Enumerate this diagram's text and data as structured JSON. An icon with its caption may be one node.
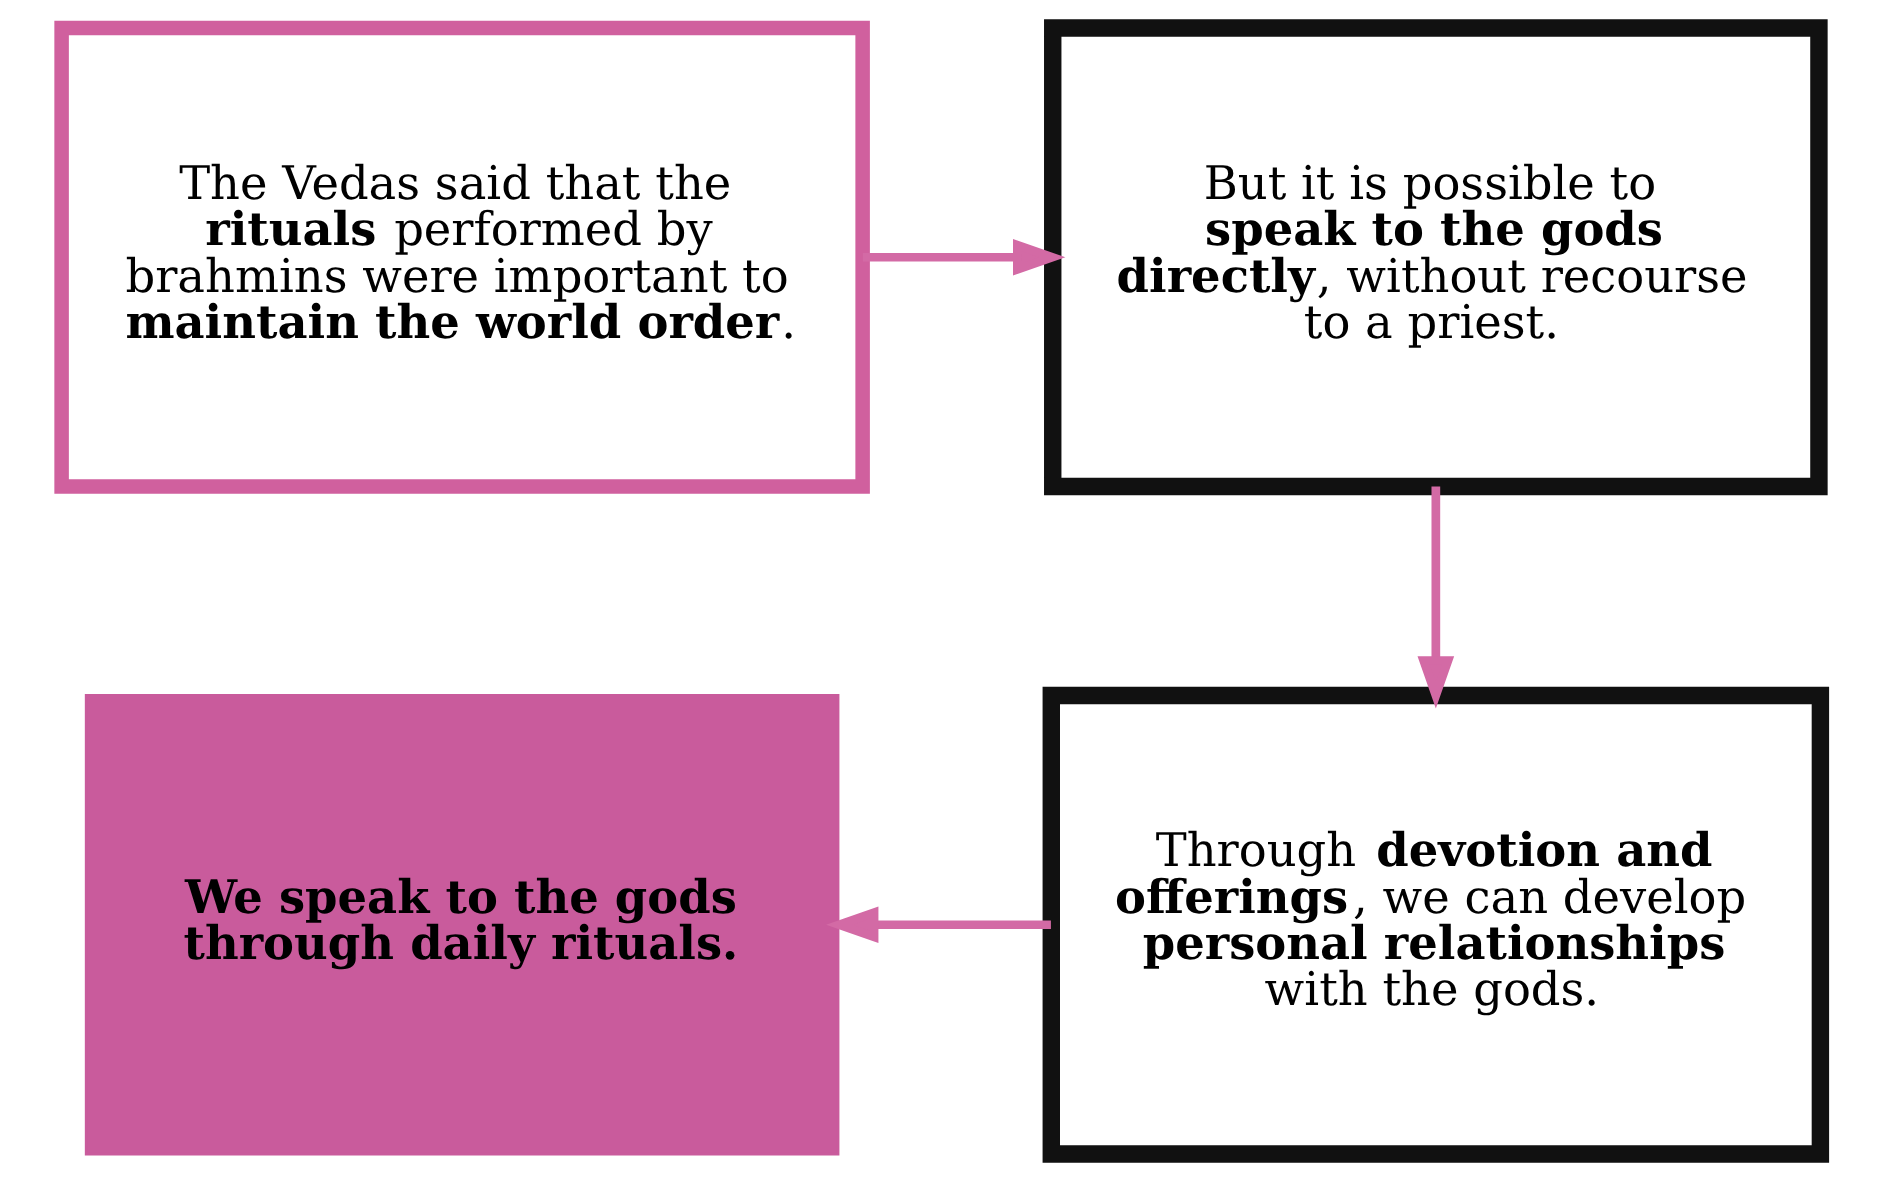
{
  "diagram": {
    "nodes": [
      {
        "text": [
          "The Vedas said that the **rituals** performed by brahmins were important to **maintain the world order**."
        ]
      },
      {
        "text": [
          "But it is possible to **speak to the gods directly**, without recourse to a priest."
        ]
      },
      {
        "text": [
          "Through **devotion and offerings**, we can develop **personal relationships** with the gods."
        ]
      },
      {
        "text": [
          "We speak to the gods through daily rituals."
        ]
      }
    ],
    "edges": [
      {
        "from": 0,
        "to": 1,
        "arrow": "to"
      },
      {
        "from": 1,
        "to": 2,
        "arrow": "to"
      },
      {
        "from": 2,
        "to": 3,
        "arrow": "to"
      }
    ]
  }
}
